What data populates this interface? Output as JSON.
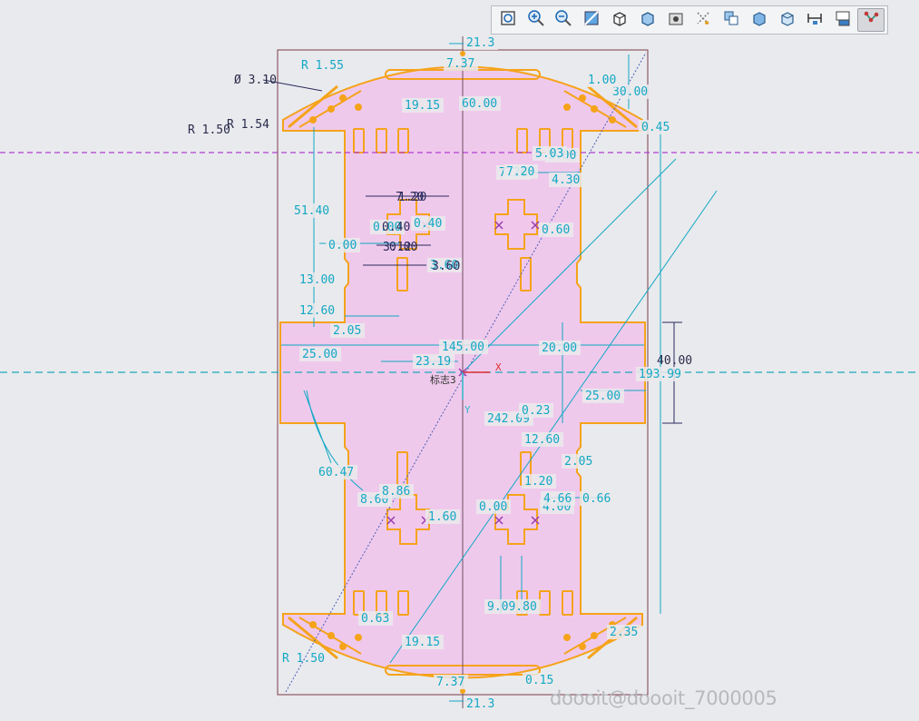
{
  "toolbar": {
    "buttons": [
      {
        "icon": "refit-icon",
        "active": false
      },
      {
        "icon": "zoom-in-icon",
        "active": false
      },
      {
        "icon": "zoom-out-icon",
        "active": false
      },
      {
        "icon": "repaint-icon",
        "active": false
      },
      {
        "icon": "display-style-icon",
        "active": false
      },
      {
        "icon": "saved-views-icon",
        "active": false
      },
      {
        "icon": "view-manager-icon",
        "active": false
      },
      {
        "icon": "datum-display-icon",
        "active": false
      },
      {
        "icon": "sketch-view-icon",
        "active": false
      },
      {
        "icon": "shading-icon",
        "active": false
      },
      {
        "icon": "orientation-icon",
        "active": false
      },
      {
        "icon": "dimension-display-icon",
        "active": false
      },
      {
        "icon": "constraint-display-icon",
        "active": false
      },
      {
        "icon": "vertex-display-icon",
        "active": true
      }
    ]
  },
  "sketch": {
    "dimensions_cyan": [
      "21.3",
      "7.37",
      "60.00",
      "19.15",
      "30.00",
      "1.00",
      "0.45",
      "5.00",
      "51.40",
      "13.00",
      "12.60",
      "2.05",
      "25.00",
      "23.19",
      "145.00",
      "20.00",
      "193.99",
      "25.00",
      "242.09",
      "0.23",
      "12.60",
      "2.05",
      "8.60",
      "60.47",
      "8.86",
      "1.60",
      "9.09.80",
      "0.63",
      "19.15",
      "7.37",
      "21.3",
      "0.15",
      "2.35",
      "0.00",
      "4.00",
      "7.20",
      "5.03",
      "4.30",
      "0.00",
      "4.66",
      "3.60",
      "7.20",
      "0.66",
      "0.00",
      "0.40",
      "1.20",
      "0.60"
    ],
    "dimensions_dark": [
      "7.20",
      "0.00",
      "3.60",
      "3.12",
      "1.20",
      "0.40"
    ],
    "dimensions_black": [
      "R 1.55",
      "Ø 3.10",
      "R 1.54",
      "R 1.50",
      "40.00",
      "R 1.50"
    ],
    "origin_labels": {
      "x": "X",
      "y": "Y",
      "csys": "标志3"
    }
  },
  "watermark": "doooit@doooit_7000005",
  "colors": {
    "background": "#e9eaee",
    "fill": "#efc9ec",
    "outline": "#f7a51a",
    "dimension": "#12a8c4",
    "dimension_text_bg": "#eaeaec",
    "centerline_h1": "#b03fcf",
    "centerline_h2": "#1ba9b8",
    "frame": "#6e3440"
  }
}
